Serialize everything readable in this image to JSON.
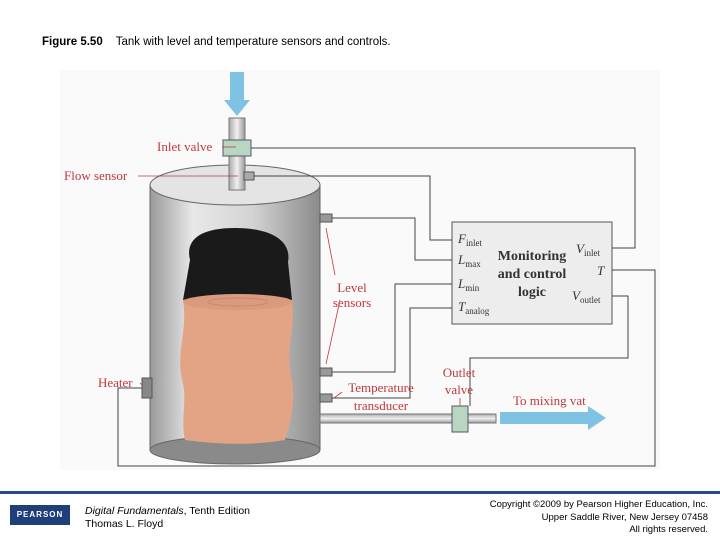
{
  "caption": {
    "figure_number": "Figure 5.50",
    "title": "Tank with level and temperature sensors and controls."
  },
  "labels": {
    "inlet_valve": "Inlet valve",
    "flow_sensor": "Flow sensor",
    "level_sensors_line1": "Level",
    "level_sensors_line2": "sensors",
    "heater": "Heater",
    "temp_line1": "Temperature",
    "temp_line2": "transducer",
    "outlet_line1": "Outlet",
    "outlet_line2": "valve",
    "mixing_vat": "To mixing vat"
  },
  "logic_box": {
    "line1": "Monitoring",
    "line2": "and control",
    "line3": "logic",
    "in_f": "F",
    "in_f_sub": "inlet",
    "in_lmax": "L",
    "in_lmax_sub": "max",
    "in_lmin": "L",
    "in_lmin_sub": "min",
    "in_t": "T",
    "in_t_sub": "analog",
    "out_v": "V",
    "out_v_sub": "inlet",
    "out_t": "T",
    "out_vo": "V",
    "out_vo_sub": "outlet"
  },
  "colors": {
    "label": "#c0393b",
    "arrow_blue": "#7ec3e3",
    "liquid": "#e3a486",
    "tank_gray": "#d0d0d0",
    "logic_bg": "#ededed",
    "footer_rule": "#2a4a8a"
  },
  "footer": {
    "logo": "PEARSON",
    "book_title": "Digital Fundamentals",
    "book_edition": ", Tenth Edition",
    "author": "Thomas L. Floyd",
    "copyright_line1": "Copyright ©2009 by Pearson Higher Education, Inc.",
    "copyright_line2": "Upper Saddle River, New Jersey 07458",
    "copyright_line3": "All rights reserved."
  }
}
